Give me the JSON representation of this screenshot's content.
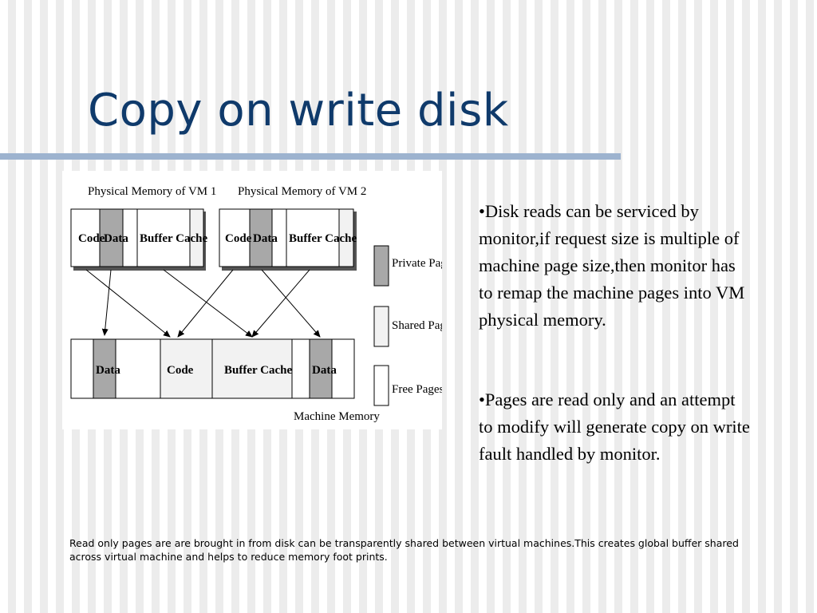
{
  "slide": {
    "title": "Copy on write disk",
    "bullets": [
      "•Disk reads can be serviced by monitor,if request size is multiple of machine page size,then monitor has to remap the machine pages into VM physical memory.",
      "•Pages are read only and an attempt to modify will generate copy on write fault handled by monitor."
    ],
    "caption": "Read only pages are are brought in from disk can be transparently shared between virtual machines.This creates global buffer shared across virtual machine and helps to reduce memory foot prints."
  },
  "diagram": {
    "vm1_label": "Physical Memory of VM 1",
    "vm2_label": "Physical Memory of VM 2",
    "machine_label": "Machine Memory",
    "blocks": {
      "code": "Code",
      "data": "Data",
      "buffer_cache": "Buffer Cache"
    },
    "legend": {
      "private": "Private Pages",
      "shared": "Shared Pages",
      "free": "Free Pages"
    },
    "colors": {
      "private": "#a8a8a8",
      "shared": "#f2f2f2",
      "free": "#ffffff"
    }
  }
}
